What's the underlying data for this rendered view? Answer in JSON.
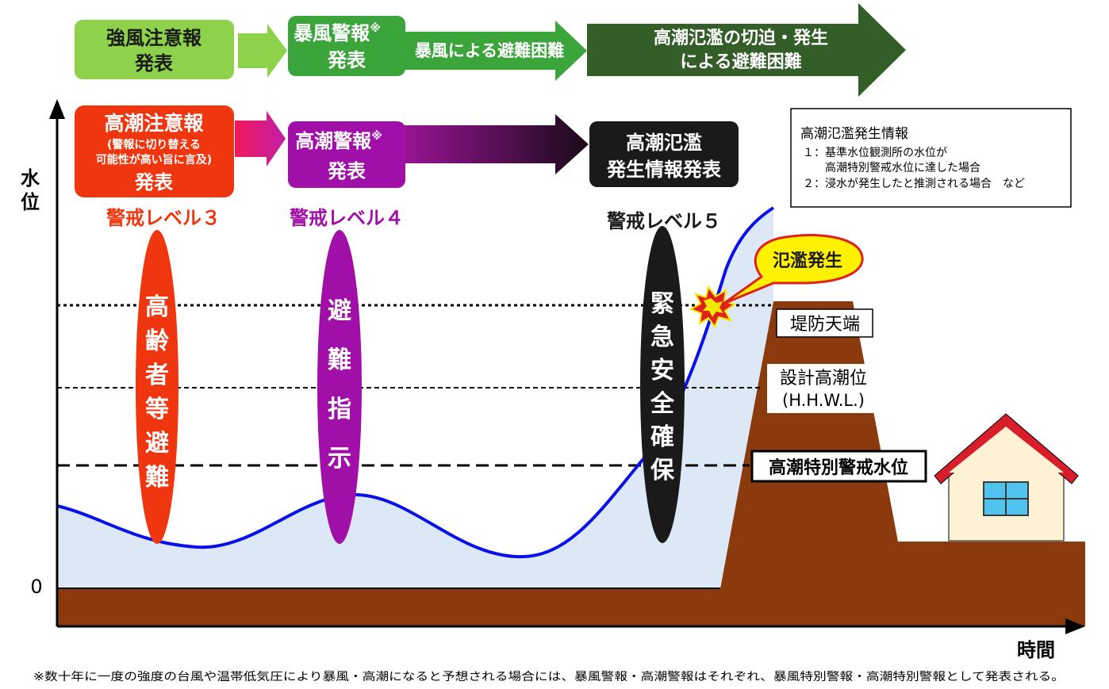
{
  "axes": {
    "y_label": "水位",
    "x_label": "時間",
    "zero_label": "0"
  },
  "wind": {
    "advisory": [
      "強風注意報",
      "発表"
    ],
    "warning_title": "暴風警報",
    "warning_mark": "※",
    "warning_sub": "発表",
    "difficulty": "暴風による避難困難",
    "surge_difficulty": [
      "高潮氾濫の切迫・発生",
      "による避難困難"
    ]
  },
  "tide": {
    "advisory_title": "高潮注意報",
    "advisory_note": [
      "(警報に切り替える",
      "可能性が高い旨に言及)"
    ],
    "advisory_sub": "発表",
    "warning_title": "高潮警報",
    "warning_mark": "※",
    "warning_sub": "発表",
    "flood_info": [
      "高潮氾濫",
      "発生情報発表"
    ]
  },
  "levels": {
    "level3": "警戒レベル３",
    "level4": "警戒レベル４",
    "level5": "警戒レベル５"
  },
  "actions": {
    "elderly": "高齢者等避難",
    "evacuate": "避難指示",
    "emergency": "緊急安全確保"
  },
  "lines": {
    "levee_top": "堤防天端",
    "design_tide": [
      "設計高潮位",
      "(H.H.W.L.)"
    ],
    "special_warning_level": "高潮特別警戒水位"
  },
  "callout": "氾濫発生",
  "info_box": {
    "title": "高潮氾濫発生情報",
    "items": [
      "１：基準水位観測所の水位が",
      "　　高潮特別警戒水位に達した場合",
      "２：浸水が発生したと推測される場合　など"
    ]
  },
  "footnote": "※数十年に一度の強度の台風や温帯低気圧により暴風・高潮になると予想される場合には、暴風警報・高潮警報はそれぞれ、暴風特別警報・高潮特別警報として発表される。",
  "colors": {
    "ground": "#8B3A0E",
    "water_fill": "#DCE8F5",
    "water_line": "#0A10E8",
    "level3": "#F0360E",
    "level4": "#A010A8",
    "level5": "#1A1A1A",
    "wind_light": "#8DD24A",
    "wind_mid": "#3BA53B",
    "wind_dark": "#335E28",
    "tide_red": "#F0360E",
    "tide_purple": "#A010A8",
    "tide_black": "#1A1A1A"
  }
}
